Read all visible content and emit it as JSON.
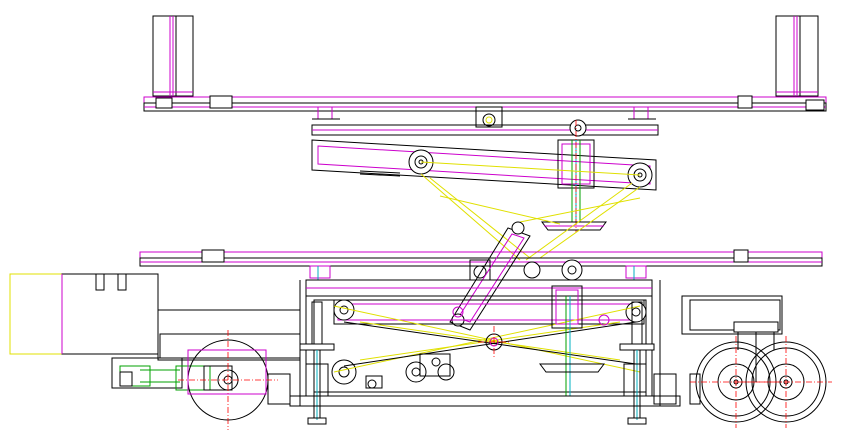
{
  "drawing": {
    "colors": {
      "background": "#ffffff",
      "outline": "#000000",
      "magenta": "#cc00cc",
      "yellow": "#e0e000",
      "green": "#00a000",
      "cyan": "#00b0c0",
      "red": "#ff0000",
      "blue": "#0000ff",
      "grey": "#777777"
    },
    "parts": [
      "top-platform",
      "guardrail-post-left",
      "guardrail-post-right",
      "upper-scissor-arm",
      "upper-hydraulic-cylinder",
      "middle-platform",
      "lower-scissor-frame",
      "lower-hydraulic-cylinder",
      "counterweight-box",
      "drive-motor",
      "drive-wheel",
      "caster-wheel-front",
      "caster-wheel-rear",
      "leveling-jack-left",
      "leveling-jack-right",
      "chassis"
    ]
  }
}
